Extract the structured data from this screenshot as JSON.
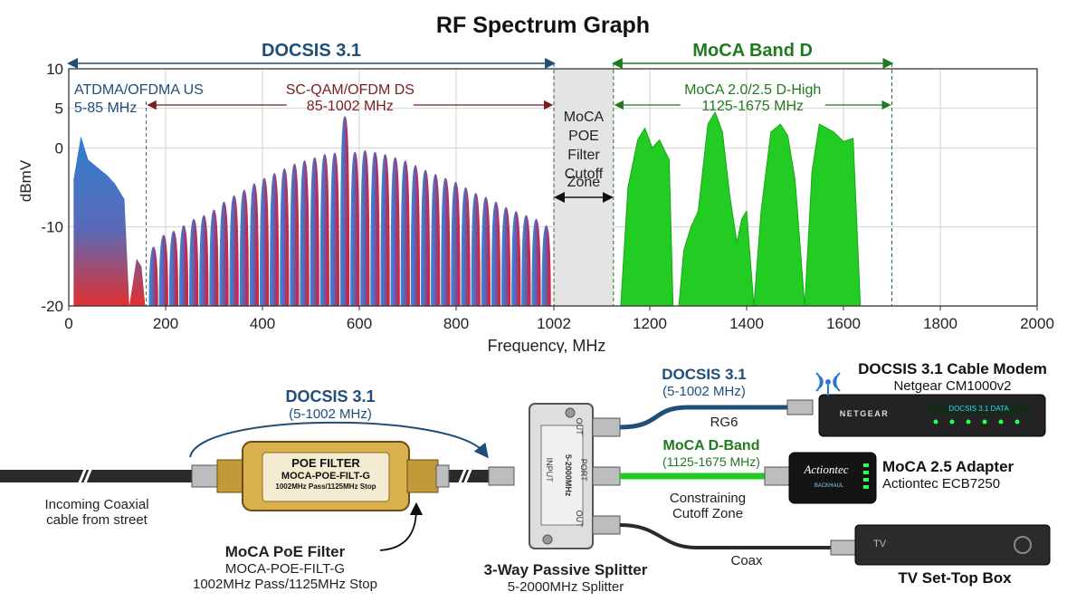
{
  "title": "RF Spectrum Graph",
  "chart_data": {
    "type": "area",
    "title": "RF Spectrum Graph",
    "xlabel": "Frequency, MHz",
    "ylabel": "dBmV",
    "xlim": [
      0,
      2000
    ],
    "ylim": [
      -20,
      10
    ],
    "x_ticks": [
      "0",
      "200",
      "400",
      "600",
      "800",
      "1002",
      "1200",
      "1400",
      "1600",
      "1800",
      "2000"
    ],
    "y_ticks": [
      "10",
      "5",
      "0",
      "-10",
      "-20"
    ],
    "grid": true,
    "bands": [
      {
        "name": "DOCSIS 3.1",
        "start": 0,
        "end": 1002,
        "color": "#1f4e79"
      },
      {
        "name": "MoCA Band D",
        "start": 1125,
        "end": 1675,
        "color": "#1f7a1f"
      }
    ],
    "regions": [
      {
        "label": "ATDMA/OFDMA US",
        "range": "5-85 MHz",
        "start": 5,
        "end": 85
      },
      {
        "label": "SC-QAM/OFDM DS",
        "range": "85-1002 MHz",
        "start": 85,
        "end": 1002
      },
      {
        "label": "MoCA 2.0/2.5 D-High",
        "range": "1125-1675 MHz",
        "start": 1125,
        "end": 1675
      }
    ],
    "cutoff_zone": {
      "label_lines": [
        "MoCA",
        "POE",
        "Filter",
        "Cutoff",
        "Zone"
      ],
      "start": 1002,
      "end": 1125
    },
    "series": [
      {
        "name": "ATDMA/OFDMA US",
        "x": [
          10,
          25,
          40,
          60,
          80,
          95,
          105,
          115,
          125,
          140,
          150,
          158
        ],
        "y": [
          -4,
          1.5,
          -1.5,
          -2.5,
          -3.5,
          -4.5,
          -5.5,
          -6.5,
          -20,
          -14,
          -15,
          -20
        ]
      },
      {
        "name": "SC-QAM/OFDM DS",
        "channel_spacing_mhz": 20.8,
        "channel_centers_mhz": [
          175,
          195.8,
          216.6,
          237.4,
          258.2,
          279,
          299.8,
          320.6,
          341.4,
          362.2,
          383,
          403.8,
          424.6,
          445.4,
          466.2,
          487,
          507.8,
          528.6,
          549.4,
          570.2,
          591,
          611.8,
          632.6,
          653.4,
          674.2,
          695,
          715.8,
          736.6,
          757.4,
          778.2,
          799,
          819.8,
          840.6,
          861.4,
          882.2,
          903,
          923.8,
          944.6,
          965.4,
          986.2
        ],
        "peak_dbmv": [
          -12.5,
          -11,
          -10.5,
          -9.8,
          -9,
          -8.5,
          -7.8,
          -6.8,
          -6,
          -5.3,
          -4.5,
          -3.8,
          -3.2,
          -2.6,
          -2,
          -1.6,
          -1.2,
          -0.8,
          -0.6,
          4,
          -0.5,
          -0.3,
          -0.5,
          -0.8,
          -1.2,
          -1.6,
          -2.2,
          -2.8,
          -3.3,
          -3.8,
          -4.3,
          -5,
          -5.7,
          -6.2,
          -6.8,
          -7.5,
          -8,
          -8.5,
          -9,
          -9.8
        ]
      },
      {
        "name": "MoCA 2.0/2.5 D-High",
        "x": [
          1140,
          1155,
          1175,
          1190,
          1205,
          1220,
          1240,
          1248,
          1260,
          1270,
          1285,
          1300,
          1320,
          1335,
          1350,
          1365,
          1380,
          1390,
          1400,
          1415,
          1430,
          1450,
          1470,
          1485,
          1500,
          1520,
          1535,
          1550,
          1565,
          1580,
          1600,
          1620,
          1635,
          1650,
          1665,
          1680
        ],
        "y": [
          -20,
          -5,
          1,
          2.5,
          0,
          1,
          -1.5,
          -20,
          -20,
          -13,
          -10,
          -8,
          3,
          4.5,
          2,
          -6,
          -12,
          -9,
          -8,
          -20,
          -8,
          2,
          3,
          1.5,
          -4,
          -20,
          -3,
          3,
          2.5,
          2,
          0.8,
          1.2,
          -20,
          -20,
          -20,
          -20
        ]
      }
    ]
  },
  "diagram": {
    "incoming_cable": {
      "label_lines": [
        "Incoming Coaxial",
        "cable from street"
      ]
    },
    "docsis_arrow": {
      "title": "DOCSIS 3.1",
      "range": "(5-1002 MHz)"
    },
    "poe_filter": {
      "body_title": "POE FILTER",
      "body_part": "MOCA-POE-FILT-G",
      "body_spec": "1002MHz Pass/1125MHz Stop",
      "caption_title": "MoCA PoE Filter",
      "caption_part": "MOCA-POE-FILT-G",
      "caption_spec": "1002MHz Pass/1125MHz Stop"
    },
    "splitter": {
      "caption_title": "3-Way Passive Splitter",
      "caption_sub": "5-2000MHz Splitter",
      "input_label": "INPUT",
      "port_label": "PORT",
      "freq_label": "5-2000MHz",
      "out_label": "OUT"
    },
    "modem_link": {
      "title": "DOCSIS 3.1",
      "range": "(5-1002 MHz)",
      "cable": "RG6"
    },
    "moca_link": {
      "title": "MoCA D-Band",
      "range": "(1125-1675 MHz)",
      "note_lines": [
        "Constraining",
        "Cutoff Zone"
      ]
    },
    "tv_link": {
      "cable": "Coax"
    },
    "modem": {
      "title": "DOCSIS 3.1 Cable Modem",
      "model": "Netgear CM1000v2",
      "brand": "NETGEAR",
      "status": "DOCSIS 3.1 DATA"
    },
    "moca_adapter": {
      "title": "MoCA 2.5 Adapter",
      "model": "Actiontec ECB7250",
      "brand": "Actiontec",
      "badge": "BACKHAUL"
    },
    "stb": {
      "title": "TV Set-Top Box",
      "badge": "TV"
    }
  },
  "colors": {
    "docsis": "#1f4e79",
    "moca": "#1f7a1f",
    "moca_fill": "#22cc22",
    "ds_label": "#7a1f1f",
    "us_fill_top": "#2f7fd0",
    "ds_fill_red": "#e02020",
    "cutoff_gray": "#e4e4e4"
  }
}
